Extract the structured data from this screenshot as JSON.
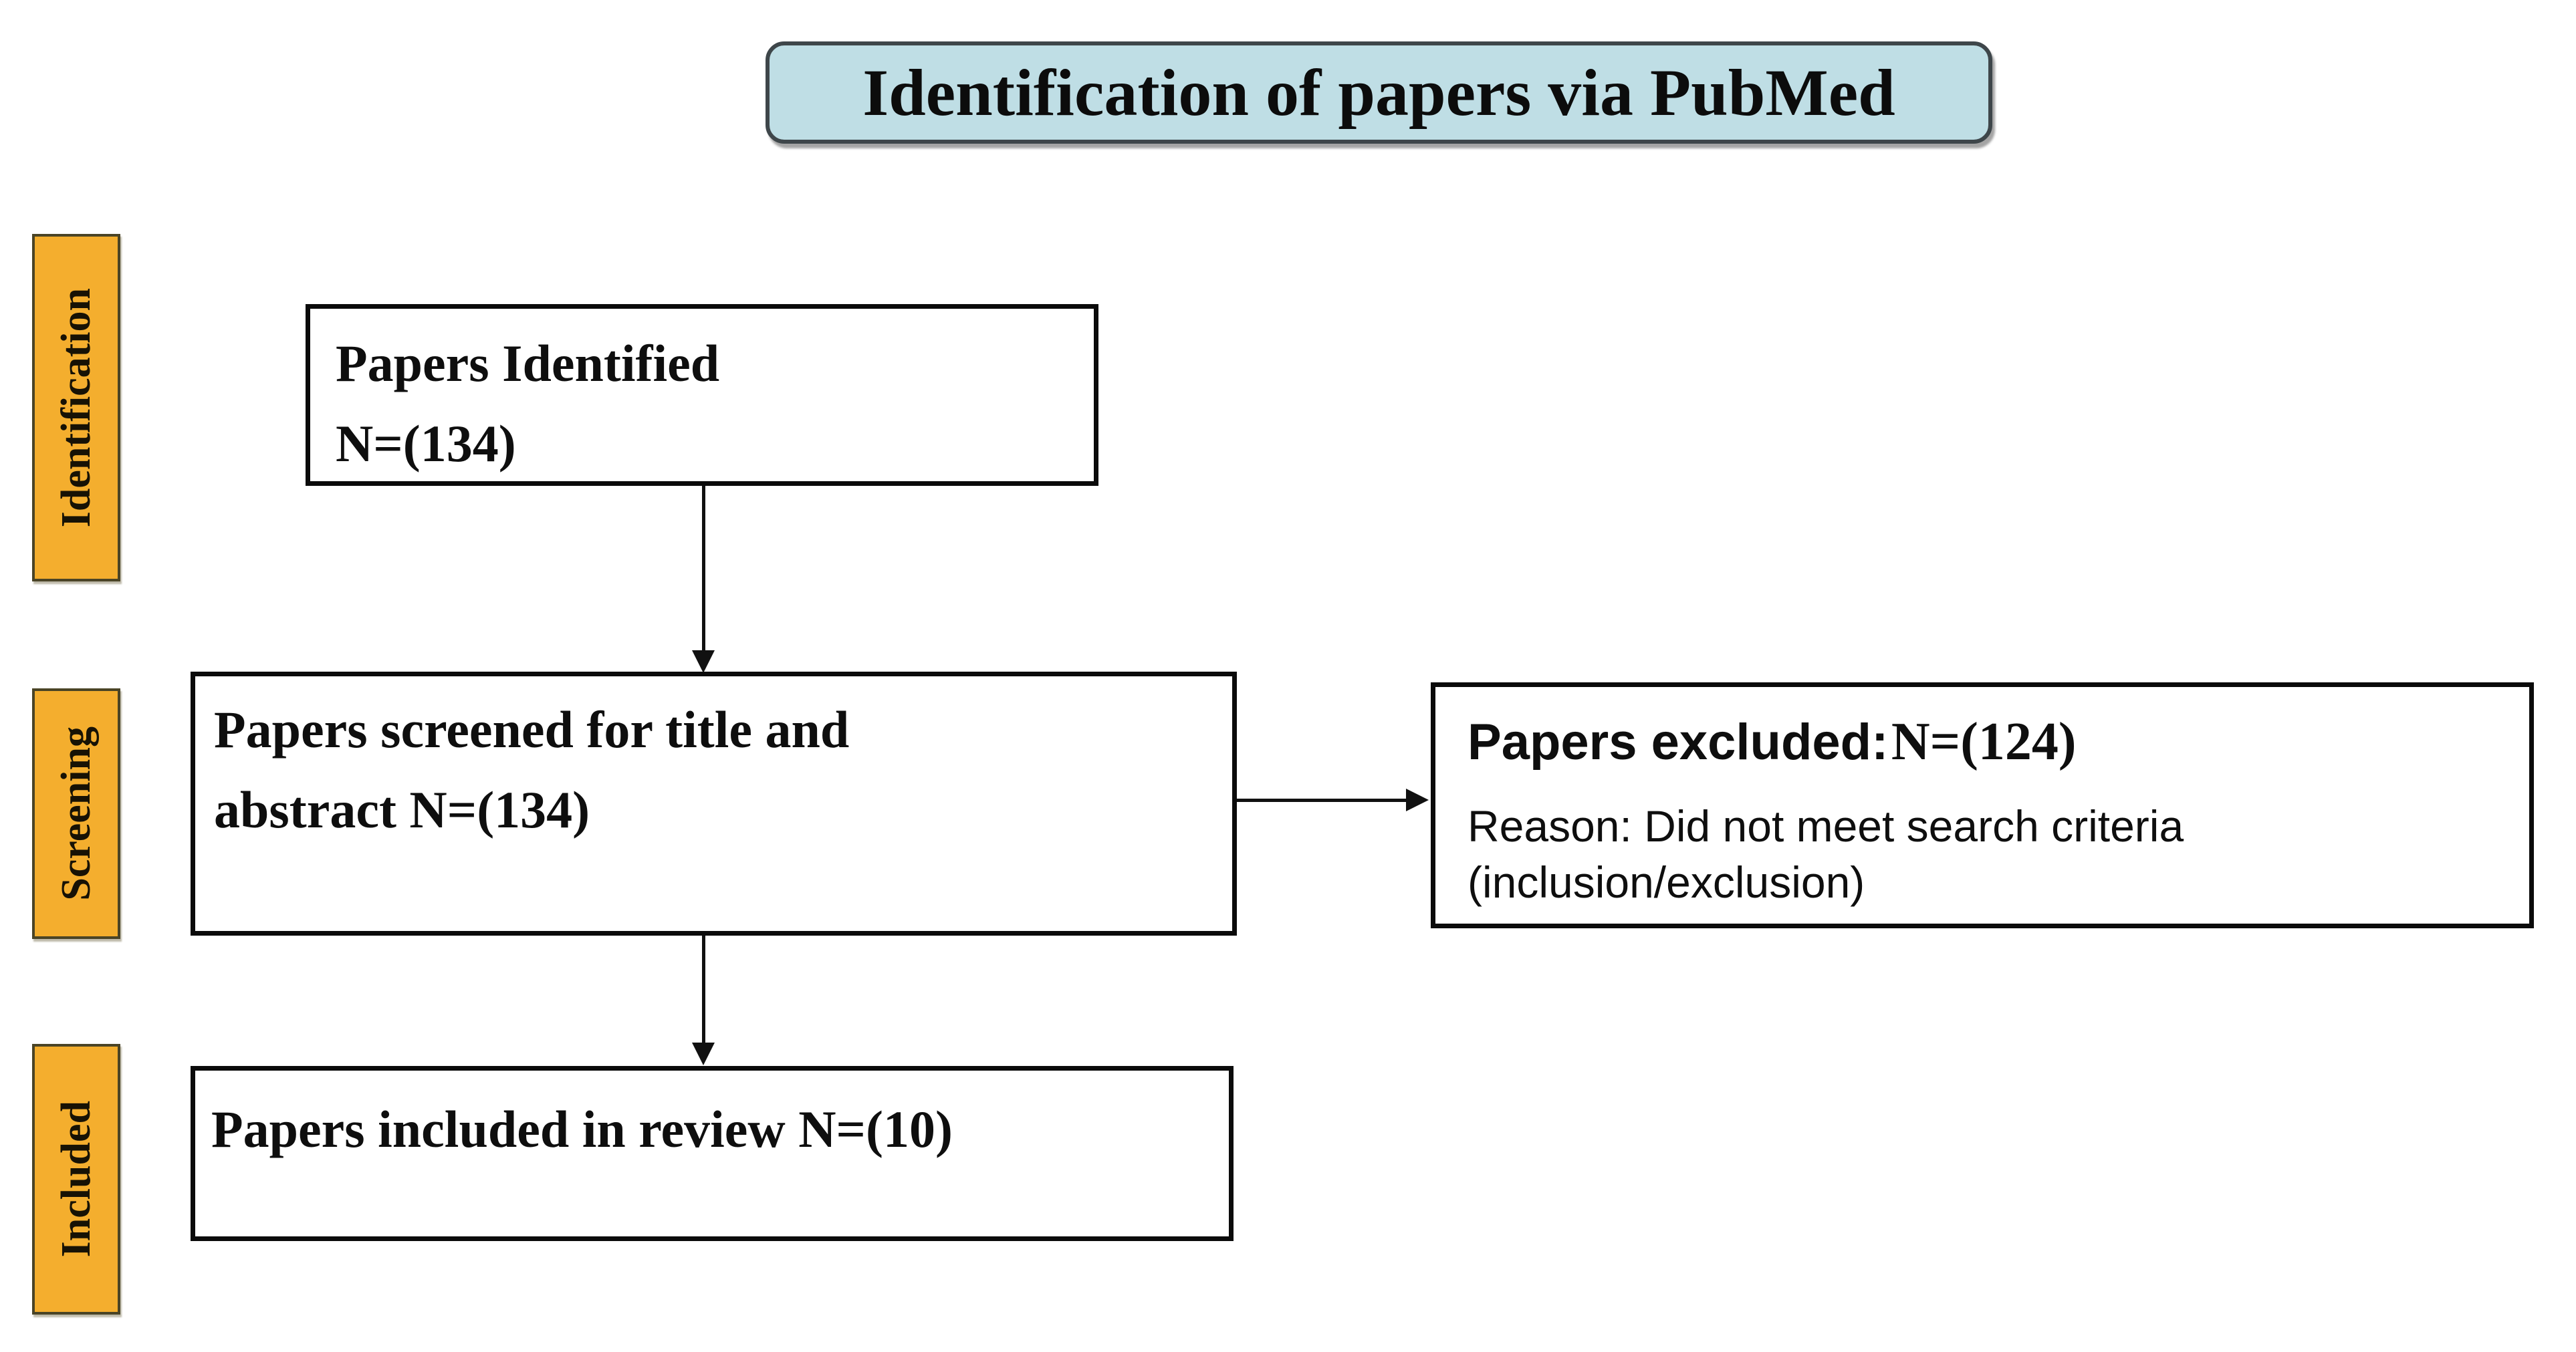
{
  "title": "Identification of papers via PubMed",
  "stage_labels": [
    {
      "label": "Identification"
    },
    {
      "label": "Screening"
    },
    {
      "label": "Included"
    }
  ],
  "flow_boxes": {
    "identified": {
      "lines": [
        "Papers Identified",
        "N=(134)"
      ]
    },
    "screened": {
      "lines": [
        "Papers screened for title and",
        "abstract N=(134)"
      ]
    },
    "excluded": {
      "heading": "Papers excluded:",
      "count": "N=(124)",
      "reason": [
        "Reason: Did not meet search criteria",
        "(inclusion/exclusion)"
      ]
    },
    "included": {
      "lines": [
        "Papers included in review N=(10)"
      ]
    }
  },
  "colors": {
    "title_fill": "#BFDEE5",
    "stage_label_fill": "#F4AE2E",
    "box_border": "#0B0B0B",
    "text": "#0E0E0E"
  }
}
